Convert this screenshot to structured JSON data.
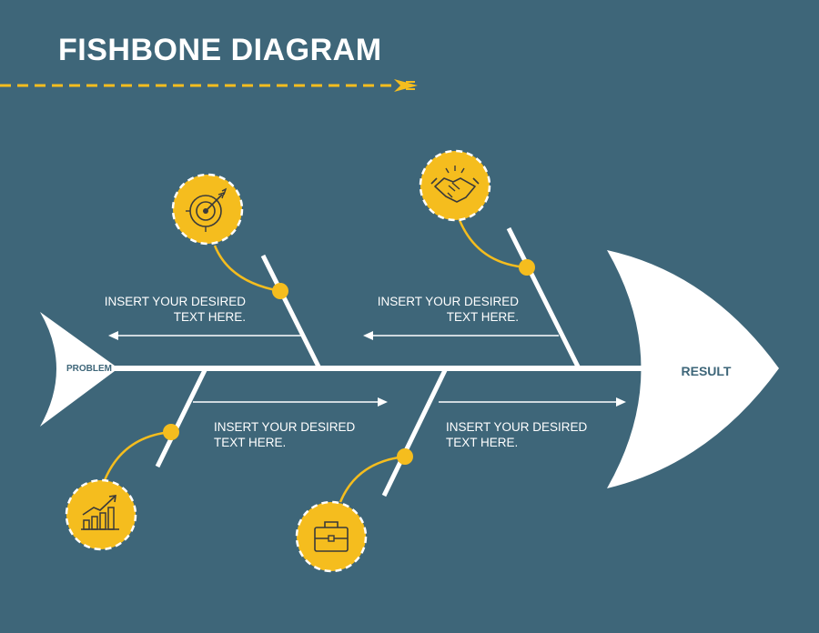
{
  "title": "FISHBONE DIAGRAM",
  "head_label": "RESULT",
  "tail_label": "PROBLEM",
  "causes": [
    {
      "text": "INSERT YOUR DESIRED\nTEXT HERE.",
      "icon": "target-icon"
    },
    {
      "text": "INSERT YOUR DESIRED\nTEXT HERE.",
      "icon": "handshake-icon"
    },
    {
      "text": "INSERT YOUR DESIRED\nTEXT HERE.",
      "icon": "bar-chart-icon"
    },
    {
      "text": "INSERT YOUR DESIRED\nTEXT HERE.",
      "icon": "briefcase-icon"
    }
  ],
  "colors": {
    "background": "#3e6679",
    "accent": "#f5bd1e",
    "lines": "#ffffff"
  }
}
